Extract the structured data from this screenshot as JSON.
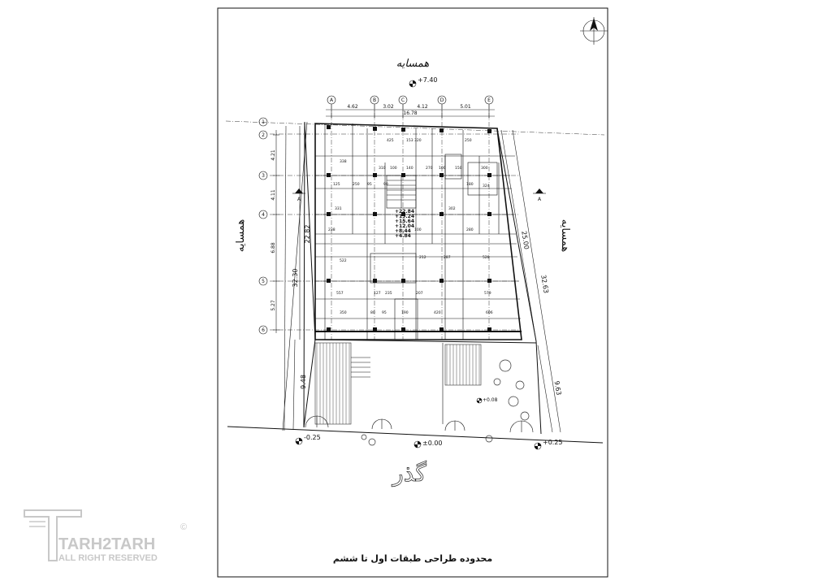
{
  "labels": {
    "neighbor_top": "همسایه",
    "neighbor_left": "همسایه",
    "neighbor_right": "همسایه",
    "street": "گذر",
    "caption": "محدوده طراحی طبقات اول تا ششم"
  },
  "levels": {
    "top": "+7.40",
    "bottom_left": "-0.25",
    "bottom_center": "±0.00",
    "bottom_right": "+0.25",
    "yard": "+0.08"
  },
  "axes_letters": [
    "A",
    "B",
    "C",
    "D",
    "E"
  ],
  "axes_numbers": [
    "1",
    "2",
    "3",
    "4",
    "5",
    "6"
  ],
  "top_dims": [
    "4.62",
    "3.02",
    "4.12",
    "5.01"
  ],
  "top_total": "16.78",
  "left_dims": [
    "4.21",
    "4.11",
    "6.88",
    "5.27"
  ],
  "left_overall": [
    "32.30",
    "22.82",
    "9.48"
  ],
  "right_overall": [
    "25.00",
    "32.63",
    "9.63"
  ],
  "section_marks": [
    "A",
    "A"
  ],
  "stair_levels": [
    "+22.84",
    "+19.24",
    "+15.64",
    "+12.04",
    "+8.44",
    "+4.84"
  ],
  "room_dims": [
    "425",
    "153",
    "320",
    "250",
    "310",
    "90",
    "100",
    "140",
    "100",
    "150",
    "270",
    "180",
    "324",
    "338",
    "125",
    "95",
    "300",
    "250",
    "331",
    "302",
    "238",
    "280",
    "522",
    "212",
    "287",
    "528",
    "557",
    "127",
    "235",
    "207",
    "579",
    "420",
    "606",
    "190",
    "95",
    "350",
    "80",
    "100"
  ],
  "watermark": {
    "brand": "TARH2TARH",
    "sub": "ALL RIGHT RESERVED",
    "mark": "©"
  }
}
